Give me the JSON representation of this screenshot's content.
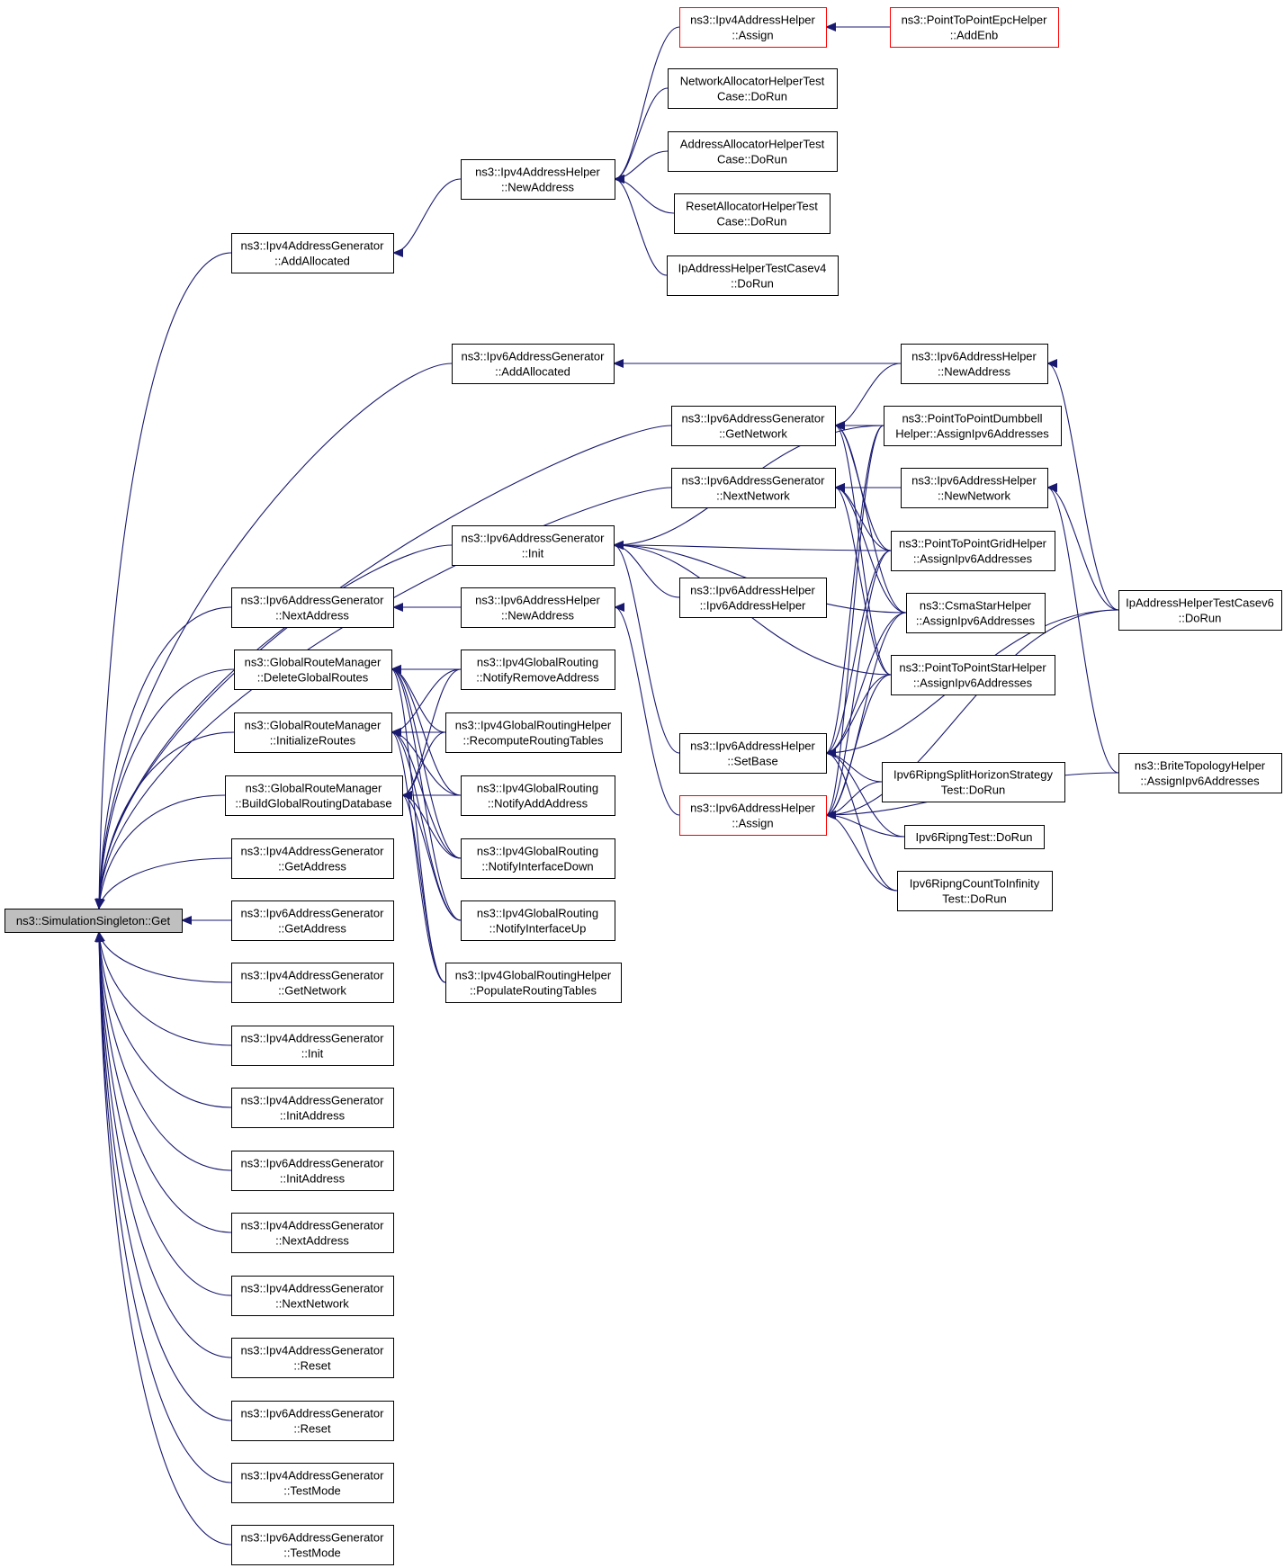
{
  "diagram": {
    "title": "",
    "colors": {
      "edge": "#191970",
      "node_border": "#000000",
      "highlight_border": "#ff0000",
      "root_fill": "#bfbfbf"
    },
    "nodes": [
      {
        "id": "get",
        "lines": [
          "ns3::SimulationSingleton::Get"
        ],
        "style": "root"
      },
      {
        "id": "v4gen_addalloc",
        "lines": [
          "ns3::Ipv4AddressGenerator",
          "::AddAllocated"
        ]
      },
      {
        "id": "v6gen_addalloc",
        "lines": [
          "ns3::Ipv6AddressGenerator",
          "::AddAllocated"
        ]
      },
      {
        "id": "v6gen_getnet",
        "lines": [
          "ns3::Ipv6AddressGenerator",
          "::GetNetwork"
        ]
      },
      {
        "id": "v6gen_nextnet",
        "lines": [
          "ns3::Ipv6AddressGenerator",
          "::NextNetwork"
        ]
      },
      {
        "id": "v6gen_init",
        "lines": [
          "ns3::Ipv6AddressGenerator",
          "::Init"
        ]
      },
      {
        "id": "v6gen_nextaddr",
        "lines": [
          "ns3::Ipv6AddressGenerator",
          "::NextAddress"
        ]
      },
      {
        "id": "grm_delete",
        "lines": [
          "ns3::GlobalRouteManager",
          "::DeleteGlobalRoutes"
        ]
      },
      {
        "id": "grm_init",
        "lines": [
          "ns3::GlobalRouteManager",
          "::InitializeRoutes"
        ]
      },
      {
        "id": "grm_build",
        "lines": [
          "ns3::GlobalRouteManager",
          "::BuildGlobalRoutingDatabase"
        ]
      },
      {
        "id": "v4gen_getaddr",
        "lines": [
          "ns3::Ipv4AddressGenerator",
          "::GetAddress"
        ]
      },
      {
        "id": "v6gen_getaddr",
        "lines": [
          "ns3::Ipv6AddressGenerator",
          "::GetAddress"
        ]
      },
      {
        "id": "v4gen_getnet",
        "lines": [
          "ns3::Ipv4AddressGenerator",
          "::GetNetwork"
        ]
      },
      {
        "id": "v4gen_init",
        "lines": [
          "ns3::Ipv4AddressGenerator",
          "::Init"
        ]
      },
      {
        "id": "v4gen_initaddr",
        "lines": [
          "ns3::Ipv4AddressGenerator",
          "::InitAddress"
        ]
      },
      {
        "id": "v6gen_initaddr",
        "lines": [
          "ns3::Ipv6AddressGenerator",
          "::InitAddress"
        ]
      },
      {
        "id": "v4gen_nextaddr",
        "lines": [
          "ns3::Ipv4AddressGenerator",
          "::NextAddress"
        ]
      },
      {
        "id": "v4gen_nextnet",
        "lines": [
          "ns3::Ipv4AddressGenerator",
          "::NextNetwork"
        ]
      },
      {
        "id": "v4gen_reset",
        "lines": [
          "ns3::Ipv4AddressGenerator",
          "::Reset"
        ]
      },
      {
        "id": "v6gen_reset",
        "lines": [
          "ns3::Ipv6AddressGenerator",
          "::Reset"
        ]
      },
      {
        "id": "v4gen_testmode",
        "lines": [
          "ns3::Ipv4AddressGenerator",
          "::TestMode"
        ]
      },
      {
        "id": "v6gen_testmode",
        "lines": [
          "ns3::Ipv6AddressGenerator",
          "::TestMode"
        ]
      },
      {
        "id": "v4helper_newaddr",
        "lines": [
          "ns3::Ipv4AddressHelper",
          "::NewAddress"
        ]
      },
      {
        "id": "v6helper_newaddr_mid",
        "lines": [
          "ns3::Ipv6AddressHelper",
          "::NewAddress"
        ]
      },
      {
        "id": "v4gr_notifyremove",
        "lines": [
          "ns3::Ipv4GlobalRouting",
          "::NotifyRemoveAddress"
        ]
      },
      {
        "id": "v4grh_recompute",
        "lines": [
          "ns3::Ipv4GlobalRoutingHelper",
          "::RecomputeRoutingTables"
        ]
      },
      {
        "id": "v4gr_notifyadd",
        "lines": [
          "ns3::Ipv4GlobalRouting",
          "::NotifyAddAddress"
        ]
      },
      {
        "id": "v4gr_ifdown",
        "lines": [
          "ns3::Ipv4GlobalRouting",
          "::NotifyInterfaceDown"
        ]
      },
      {
        "id": "v4gr_ifup",
        "lines": [
          "ns3::Ipv4GlobalRouting",
          "::NotifyInterfaceUp"
        ]
      },
      {
        "id": "v4grh_populate",
        "lines": [
          "ns3::Ipv4GlobalRoutingHelper",
          "::PopulateRoutingTables"
        ]
      },
      {
        "id": "v4helper_assign",
        "lines": [
          "ns3::Ipv4AddressHelper",
          "::Assign"
        ],
        "style": "red"
      },
      {
        "id": "netalloc_test",
        "lines": [
          "NetworkAllocatorHelperTest",
          "Case::DoRun"
        ]
      },
      {
        "id": "addralloc_test",
        "lines": [
          "AddressAllocatorHelperTest",
          "Case::DoRun"
        ]
      },
      {
        "id": "resetalloc_test",
        "lines": [
          "ResetAllocatorHelperTest",
          "Case::DoRun"
        ]
      },
      {
        "id": "ipaddr_v4",
        "lines": [
          "IpAddressHelperTestCasev4",
          "::DoRun"
        ]
      },
      {
        "id": "p2pepc_addenb",
        "lines": [
          "ns3::PointToPointEpcHelper",
          "::AddEnb"
        ],
        "style": "red"
      },
      {
        "id": "v6helper_ctor",
        "lines": [
          "ns3::Ipv6AddressHelper",
          "::Ipv6AddressHelper"
        ]
      },
      {
        "id": "v6helper_setbase",
        "lines": [
          "ns3::Ipv6AddressHelper",
          "::SetBase"
        ]
      },
      {
        "id": "v6helper_assign",
        "lines": [
          "ns3::Ipv6AddressHelper",
          "::Assign"
        ],
        "style": "red"
      },
      {
        "id": "v6helper_newaddr",
        "lines": [
          "ns3::Ipv6AddressHelper",
          "::NewAddress"
        ]
      },
      {
        "id": "p2pdumbbell",
        "lines": [
          "ns3::PointToPointDumbbell",
          "Helper::AssignIpv6Addresses"
        ]
      },
      {
        "id": "v6helper_newnet",
        "lines": [
          "ns3::Ipv6AddressHelper",
          "::NewNetwork"
        ]
      },
      {
        "id": "p2pgrid",
        "lines": [
          "ns3::PointToPointGridHelper",
          "::AssignIpv6Addresses"
        ]
      },
      {
        "id": "csmastar",
        "lines": [
          "ns3::CsmaStarHelper",
          "::AssignIpv6Addresses"
        ]
      },
      {
        "id": "p2pstar",
        "lines": [
          "ns3::PointToPointStarHelper",
          "::AssignIpv6Addresses"
        ]
      },
      {
        "id": "ripng_split",
        "lines": [
          "Ipv6RipngSplitHorizonStrategy",
          "Test::DoRun"
        ]
      },
      {
        "id": "ripng_test",
        "lines": [
          "Ipv6RipngTest::DoRun"
        ]
      },
      {
        "id": "ripng_count",
        "lines": [
          "Ipv6RipngCountToInfinity",
          "Test::DoRun"
        ]
      },
      {
        "id": "ipaddr_v6",
        "lines": [
          "IpAddressHelperTestCasev6",
          "::DoRun"
        ]
      },
      {
        "id": "brite",
        "lines": [
          "ns3::BriteTopologyHelper",
          "::AssignIpv6Addresses"
        ]
      }
    ],
    "edges": [
      [
        "v4gen_addalloc",
        "get"
      ],
      [
        "v6gen_addalloc",
        "get"
      ],
      [
        "v6gen_getnet",
        "get"
      ],
      [
        "v6gen_nextnet",
        "get"
      ],
      [
        "v6gen_init",
        "get"
      ],
      [
        "v6gen_nextaddr",
        "get"
      ],
      [
        "grm_delete",
        "get"
      ],
      [
        "grm_init",
        "get"
      ],
      [
        "grm_build",
        "get"
      ],
      [
        "v4gen_getaddr",
        "get"
      ],
      [
        "v6gen_getaddr",
        "get"
      ],
      [
        "v4gen_getnet",
        "get"
      ],
      [
        "v4gen_init",
        "get"
      ],
      [
        "v4gen_initaddr",
        "get"
      ],
      [
        "v6gen_initaddr",
        "get"
      ],
      [
        "v4gen_nextaddr",
        "get"
      ],
      [
        "v4gen_nextnet",
        "get"
      ],
      [
        "v4gen_reset",
        "get"
      ],
      [
        "v6gen_reset",
        "get"
      ],
      [
        "v4gen_testmode",
        "get"
      ],
      [
        "v6gen_testmode",
        "get"
      ],
      [
        "v4helper_newaddr",
        "v4gen_addalloc"
      ],
      [
        "v4helper_assign",
        "v4helper_newaddr"
      ],
      [
        "netalloc_test",
        "v4helper_newaddr"
      ],
      [
        "addralloc_test",
        "v4helper_newaddr"
      ],
      [
        "resetalloc_test",
        "v4helper_newaddr"
      ],
      [
        "ipaddr_v4",
        "v4helper_newaddr"
      ],
      [
        "p2pepc_addenb",
        "v4helper_assign"
      ],
      [
        "v6helper_newaddr",
        "v6gen_addalloc"
      ],
      [
        "v6helper_newaddr_mid",
        "v6gen_nextaddr"
      ],
      [
        "v6helper_newaddr",
        "v6gen_getnet"
      ],
      [
        "p2pdumbbell",
        "v6gen_getnet"
      ],
      [
        "p2pgrid",
        "v6gen_getnet"
      ],
      [
        "csmastar",
        "v6gen_getnet"
      ],
      [
        "p2pstar",
        "v6gen_getnet"
      ],
      [
        "v6helper_newnet",
        "v6gen_nextnet"
      ],
      [
        "p2pgrid",
        "v6gen_nextnet"
      ],
      [
        "csmastar",
        "v6gen_nextnet"
      ],
      [
        "p2pstar",
        "v6gen_nextnet"
      ],
      [
        "p2pdumbbell",
        "v6gen_init"
      ],
      [
        "p2pgrid",
        "v6gen_init"
      ],
      [
        "v6helper_ctor",
        "v6gen_init"
      ],
      [
        "csmastar",
        "v6gen_init"
      ],
      [
        "p2pstar",
        "v6gen_init"
      ],
      [
        "v6helper_setbase",
        "v6gen_init"
      ],
      [
        "v4gr_notifyremove",
        "grm_delete"
      ],
      [
        "v4grh_recompute",
        "grm_delete"
      ],
      [
        "v4gr_notifyadd",
        "grm_delete"
      ],
      [
        "v4gr_ifdown",
        "grm_delete"
      ],
      [
        "v4gr_ifup",
        "grm_delete"
      ],
      [
        "v4grh_populate",
        "grm_delete"
      ],
      [
        "v4gr_notifyremove",
        "grm_init"
      ],
      [
        "v4grh_recompute",
        "grm_init"
      ],
      [
        "v4gr_notifyadd",
        "grm_init"
      ],
      [
        "v4gr_ifdown",
        "grm_init"
      ],
      [
        "v4gr_ifup",
        "grm_init"
      ],
      [
        "v4grh_populate",
        "grm_init"
      ],
      [
        "v4gr_notifyremove",
        "grm_build"
      ],
      [
        "v4grh_recompute",
        "grm_build"
      ],
      [
        "v4gr_notifyadd",
        "grm_build"
      ],
      [
        "v4gr_ifdown",
        "grm_build"
      ],
      [
        "v4gr_ifup",
        "grm_build"
      ],
      [
        "v4grh_populate",
        "grm_build"
      ],
      [
        "v6helper_assign",
        "v6helper_newaddr_mid"
      ],
      [
        "p2pdumbbell",
        "v6helper_setbase"
      ],
      [
        "p2pgrid",
        "v6helper_setbase"
      ],
      [
        "csmastar",
        "v6helper_setbase"
      ],
      [
        "p2pstar",
        "v6helper_setbase"
      ],
      [
        "ripng_split",
        "v6helper_setbase"
      ],
      [
        "ripng_test",
        "v6helper_setbase"
      ],
      [
        "ripng_count",
        "v6helper_setbase"
      ],
      [
        "ipaddr_v6",
        "v6helper_setbase"
      ],
      [
        "p2pdumbbell",
        "v6helper_assign"
      ],
      [
        "p2pgrid",
        "v6helper_assign"
      ],
      [
        "csmastar",
        "v6helper_assign"
      ],
      [
        "p2pstar",
        "v6helper_assign"
      ],
      [
        "ripng_split",
        "v6helper_assign"
      ],
      [
        "ripng_test",
        "v6helper_assign"
      ],
      [
        "ripng_count",
        "v6helper_assign"
      ],
      [
        "ipaddr_v6",
        "v6helper_assign"
      ],
      [
        "brite",
        "v6helper_assign"
      ],
      [
        "ipaddr_v6",
        "v6helper_newaddr"
      ],
      [
        "ipaddr_v6",
        "v6helper_newnet"
      ],
      [
        "brite",
        "v6helper_newnet"
      ]
    ]
  }
}
